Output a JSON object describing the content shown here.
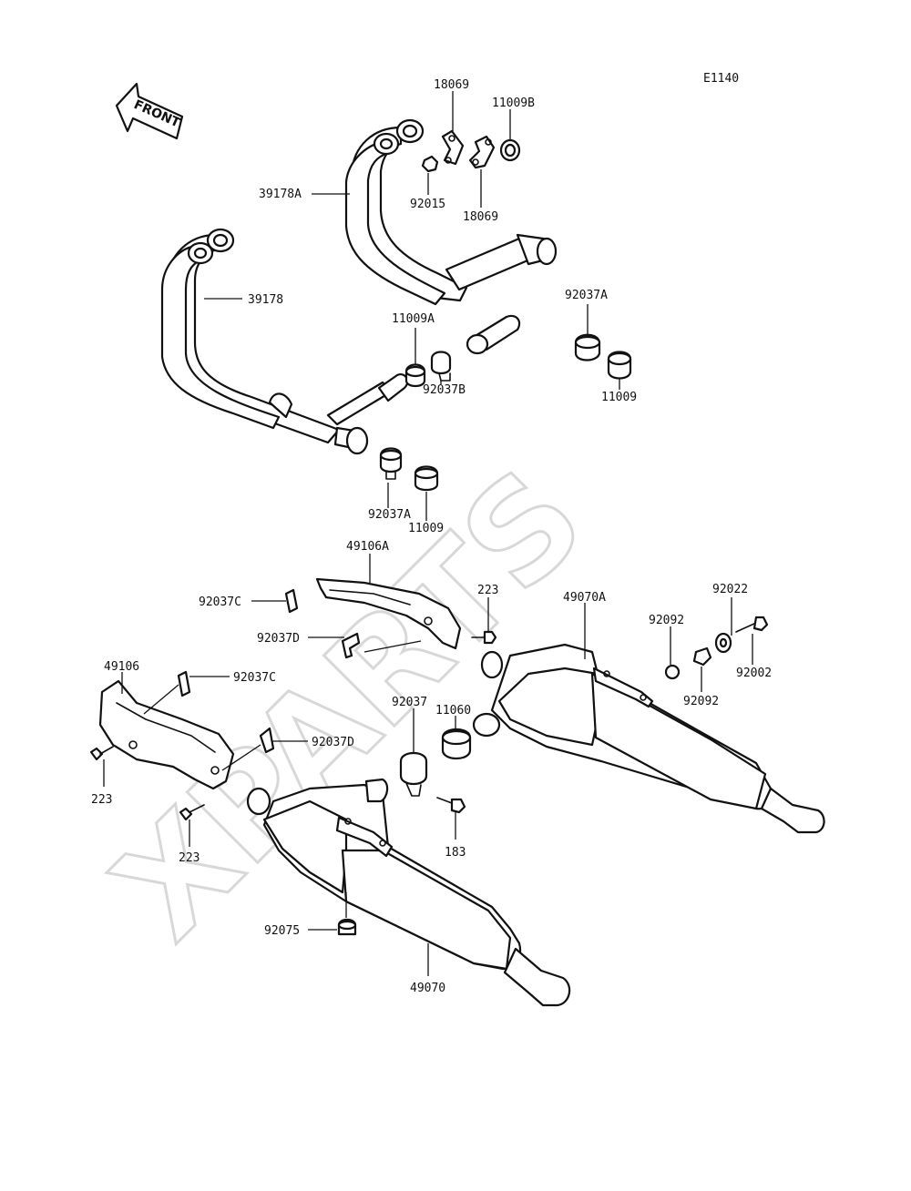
{
  "diagram_code": "E1140",
  "front_label": "FRONT",
  "watermark": "XPARTS",
  "parts": {
    "p18069_top": "18069",
    "p11009B": "11009B",
    "p39178A": "39178A",
    "p92015": "92015",
    "p18069_bottom": "18069",
    "p39178": "39178",
    "p92037A_right": "92037A",
    "p11009A": "11009A",
    "p92037B": "92037B",
    "p11009_right": "11009",
    "p92037A_bottom": "92037A",
    "p11009_bottom": "11009",
    "p49106A": "49106A",
    "p92037C_top": "92037C",
    "p223_top": "223",
    "p49070A": "49070A",
    "p92022": "92022",
    "p92092_top": "92092",
    "p92037D_top": "92037D",
    "p92002": "92002",
    "p92092_bottom": "92092",
    "p49106": "49106",
    "p92037C_left": "92037C",
    "p11060": "11060",
    "p92037": "92037",
    "p92037D_left": "92037D",
    "p223_left": "223",
    "p223_bottom": "223",
    "p183": "183",
    "p92075": "92075",
    "p49070": "49070"
  }
}
